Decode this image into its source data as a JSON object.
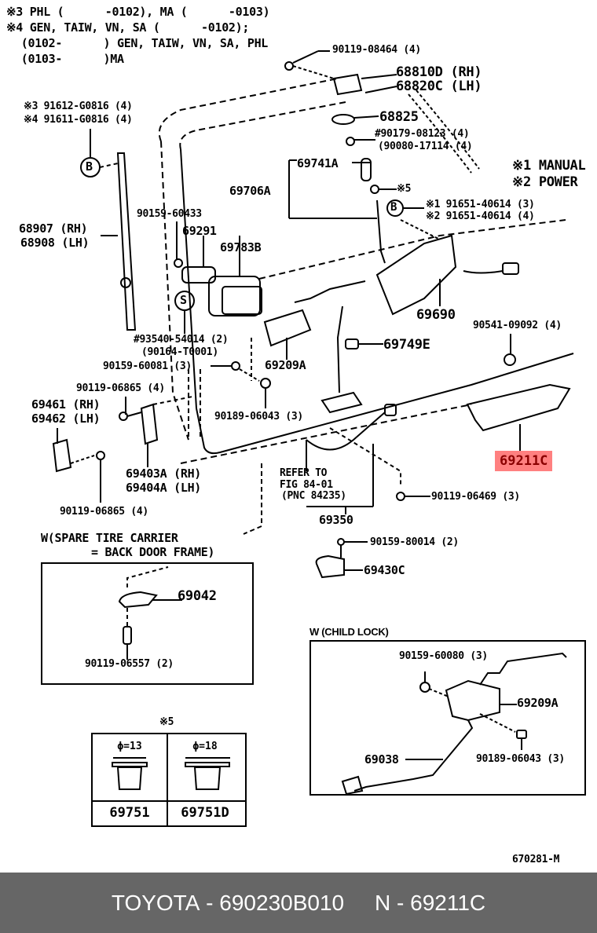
{
  "notes": {
    "line1": "※3 PHL (      -0102), MA (      -0103)",
    "line2": "※4 GEN, TAIW, VN, SA (      -0102);",
    "line3": " (0102-      ) GEN, TAIW, VN, SA, PHL",
    "line4": " (0103-      )MA"
  },
  "legend": {
    "manual": "※1 MANUAL",
    "power": "※2 POWER"
  },
  "callouts": {
    "b_left_1": "※3 91612-G0816 (4)",
    "b_left_2": "※4 91611-G0816 (4)",
    "circle_b": "B",
    "circle_s": "S",
    "p90119_08464": "90119-08464 (4)",
    "p68810d": "68810D (RH)",
    "p68820c": "68820C (LH)",
    "p68825": "68825",
    "p90179": "#90179-08123 (4)",
    "p90080": "(90080-17114 (4)",
    "p69741a": "69741A",
    "p69706a": "69706A",
    "star5": "※5",
    "b_right_1": "※1 91651-40614 (3)",
    "b_right_2": "※2 91651-40614 (4)",
    "p90159_60433": "90159-60433",
    "p69291": "69291",
    "p69783b": "69783B",
    "p68907": "68907 (RH)",
    "p68908": "68908 (LH)",
    "p69690": "69690",
    "p90541": "90541-09092 (4)",
    "p93540": "#93540-54014 (2)",
    "p90164": "(90164-T0001)",
    "p69749e": "69749E",
    "p90159_60081": "90159-60081 (3)",
    "p69209a": "69209A",
    "p90119_06865_top": "90119-06865 (4)",
    "p69461": "69461 (RH)",
    "p69462": "69462 (LH)",
    "p90189_06043": "90189-06043 (3)",
    "p69403a": "69403A (RH)",
    "p69404a": "69404A (LH)",
    "p90119_06865_bot": "90119-06865 (4)",
    "refer1": "REFER TO",
    "refer2": "FIG 84-01",
    "refer3": "(PNC 84235)",
    "p90119_06469": "90119-06469 (3)",
    "p69350": "69350",
    "p90159_80014": "90159-80014 (2)",
    "p69430c": "69430C",
    "highlighted": "69211C"
  },
  "spare_tire_box": {
    "title1": "W(SPARE TIRE CARRIER",
    "title2": "= BACK DOOR FRAME)",
    "p69042": "69042",
    "p90119_06557": "90119-06557 (2)"
  },
  "child_lock_box": {
    "title": "W (CHILD LOCK)",
    "p90159_60080": "90159-60080 (3)",
    "p69209a": "69209A",
    "p69038": "69038",
    "p90189_06043": "90189-06043 (3)"
  },
  "clip_table": {
    "header": "※5",
    "col1_dim": "ϕ=13",
    "col2_dim": "ϕ=18",
    "col1_part": "69751",
    "col2_part": "69751D"
  },
  "figure_id": "670281-M",
  "footer": {
    "brand": "TOYOTA",
    "sep1": " - ",
    "part_number": "690230B010",
    "gap": "     ",
    "n_label": "N",
    "sep2": " - ",
    "n_code": "69211C"
  },
  "colors": {
    "highlight_bg": "#ff8080",
    "highlight_text": "#8b0000",
    "footer_bg": "#666666"
  }
}
